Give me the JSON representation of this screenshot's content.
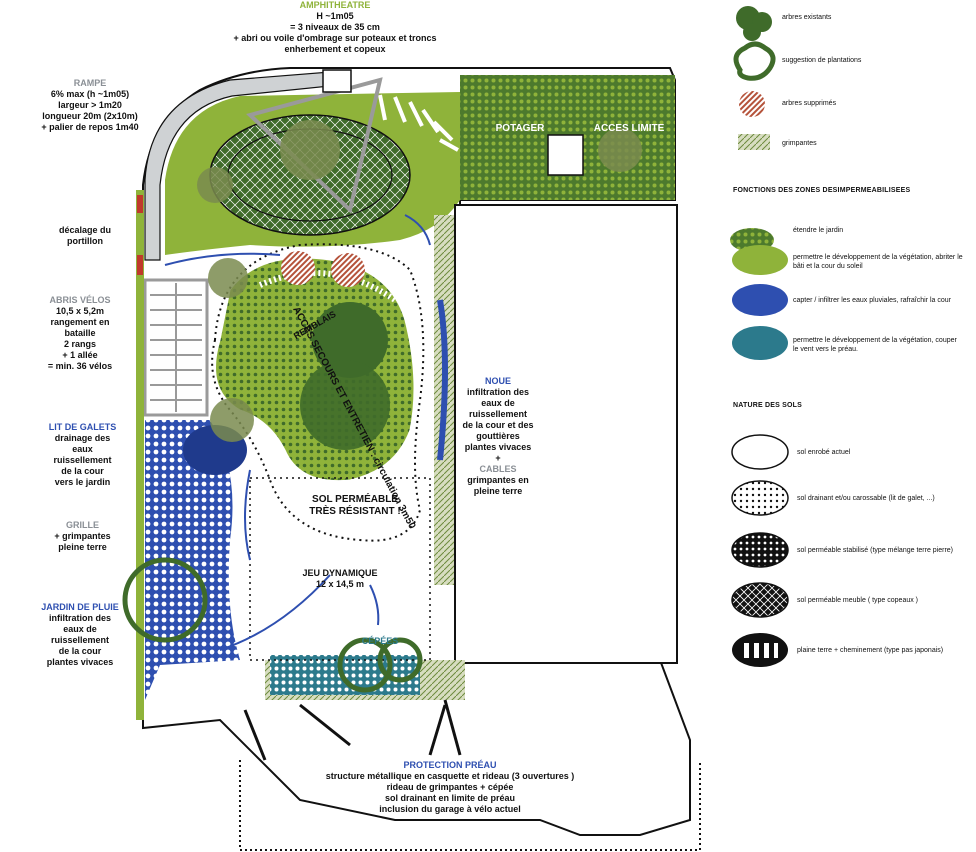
{
  "amphitheatre": {
    "title": "AMPHITHEATRE",
    "lines": [
      "H ~1m05",
      "= 3 niveaux de 35 cm",
      "+ abri ou voile d'ombrage sur poteaux et troncs",
      "enherbement et copeux"
    ]
  },
  "rampe": {
    "title": "RAMPE",
    "lines": [
      "6% max (h ~1m05)",
      "largeur > 1m20",
      "longueur 20m (2x10m)",
      "+ palier de repos 1m40"
    ]
  },
  "decalage": {
    "lines": [
      "décalage du",
      "portillon"
    ]
  },
  "abris_velos": {
    "title": "ABRIS VÉLOS",
    "lines": [
      "10,5 x 5,2m",
      "rangement en",
      "bataille",
      "2 rangs",
      "+ 1 allée",
      "= min. 36 vélos"
    ]
  },
  "lit_galets": {
    "title": "LIT DE GALETS",
    "lines": [
      "drainage des",
      "eaux",
      "ruissellement",
      "de la cour",
      "vers le jardin"
    ]
  },
  "grille": {
    "title": "GRILLE",
    "lines": [
      "+ grimpantes",
      "pleine terre"
    ]
  },
  "jardin_pluie": {
    "title": "JARDIN DE PLUIE",
    "lines": [
      "infiltration des",
      "eaux de",
      "ruissellement",
      "de la cour",
      "plantes vivaces"
    ]
  },
  "potager": "POTAGER",
  "acces_limite": "ACCES LIMITE",
  "acces_secours": "ACCES SECOURS ET ENTRETIEN : circulation 3m50",
  "remblais": "REMBLAIS",
  "noue": {
    "title": "NOUE",
    "lines": [
      "infiltration des",
      "eaux de",
      "ruissellement",
      "de la cour et des",
      "gouttières",
      "plantes vivaces",
      "+"
    ],
    "title2": "CABLES",
    "lines2": [
      "grimpantes en",
      "pleine terre"
    ]
  },
  "sol_permeable": [
    "SOL PERMÉABLE",
    "TRÈS RÉSISTANT !"
  ],
  "jeu": {
    "title": "JEU DYNAMIQUE",
    "dims": "12 x 14,5 m"
  },
  "cepees": "CÉPÉES",
  "protection": {
    "title": "PROTECTION PRÉAU",
    "lines": [
      "structure métallique en casquette et rideau (3 ouvertures )",
      "rideau de grimpantes + cépée",
      "sol drainant en limite de préau",
      "inclusion du garage à vélo actuel"
    ]
  },
  "legend_top": [
    {
      "icon": "existing-trees-icon",
      "label": "arbres existants"
    },
    {
      "icon": "suggested-plantings-icon",
      "label": "suggestion de plantations"
    },
    {
      "icon": "removed-trees-icon",
      "label": "arbres supprimés"
    },
    {
      "icon": "climbers-icon",
      "label": "grimpantes"
    }
  ],
  "fonctions": {
    "title": "FONCTIONS DES ZONES DESIMPERMEABILISEES",
    "items": [
      {
        "label": "étendre le jardin",
        "color": "#3f6b2a"
      },
      {
        "label": "permettre le développement de la végétation, abriter le bâti et la cour du soleil",
        "color": "#8fb33a"
      },
      {
        "label": "capter / infiltrer les eaux pluviales, rafraîchir la cour",
        "color": "#2e4fb0"
      },
      {
        "label": "permettre le développement de la végétation, couper le vent vers le préau.",
        "color": "#2c7a8c"
      }
    ]
  },
  "sols": {
    "title": "NATURE DES SOLS",
    "items": [
      {
        "label": "sol enrobé actuel"
      },
      {
        "label": "sol drainant et/ou carossable (lit de galet, ...)"
      },
      {
        "label": "sol perméable stabilisé (type mélange terre pierre)"
      },
      {
        "label": "sol perméable meuble ( type copeaux )"
      },
      {
        "label": "plaine terre + cheminement (type pas japonais)"
      }
    ]
  },
  "colors": {
    "dark_green": "#3f6b2a",
    "light_green": "#8fb33a",
    "blue": "#2e4fb0",
    "teal": "#2c7a8c",
    "red": "#c0392b"
  }
}
